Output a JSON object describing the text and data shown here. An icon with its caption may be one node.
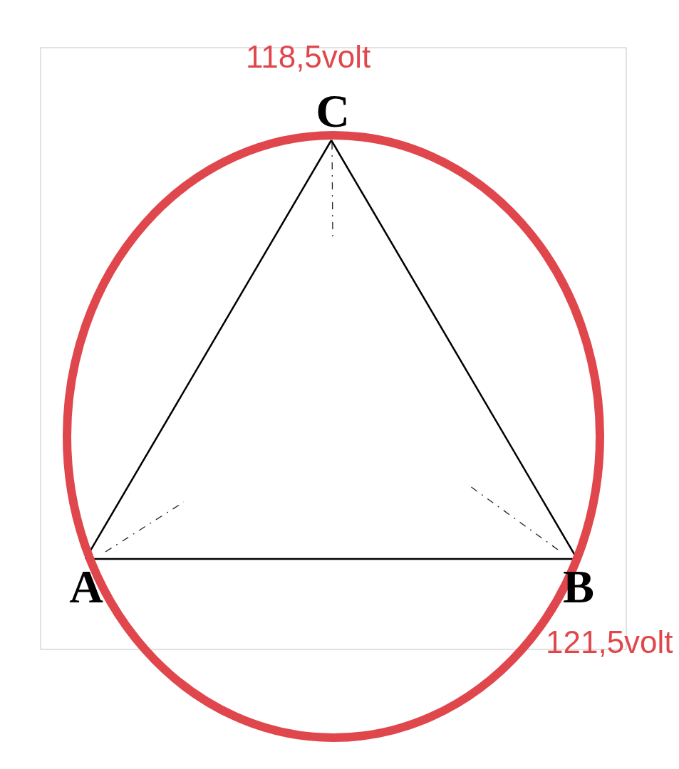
{
  "diagram": {
    "nodes": [
      {
        "text": [
          "C"
        ],
        "beside": [
          "118,5volt"
        ]
      },
      {
        "text": [
          "A"
        ]
      },
      {
        "text": [
          "B"
        ],
        "beside": [
          "121,5volt"
        ]
      }
    ],
    "edges": [
      {
        "from": 0,
        "to": 1,
        "arrow": "none"
      },
      {
        "from": 1,
        "to": 2,
        "arrow": "none"
      },
      {
        "from": 2,
        "to": 0,
        "arrow": "none"
      }
    ]
  }
}
